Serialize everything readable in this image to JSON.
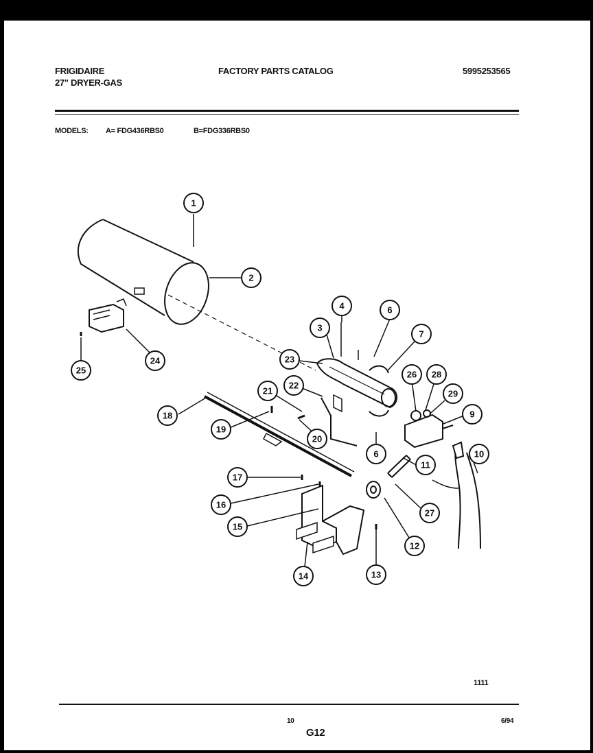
{
  "header": {
    "brand": "FRIGIDAIRE",
    "subtitle": "27\" DRYER-GAS",
    "catalog_title": "FACTORY PARTS CATALOG",
    "catalog_number": "5995253565"
  },
  "models": {
    "label": "MODELS:",
    "model_a": "A= FDG436RBS0",
    "model_b": "B=FDG336RBS0"
  },
  "callouts": [
    "1",
    "2",
    "3",
    "4",
    "6",
    "7",
    "9",
    "10",
    "11",
    "12",
    "13",
    "14",
    "15",
    "16",
    "17",
    "18",
    "19",
    "20",
    "21",
    "22",
    "23",
    "24",
    "25",
    "26",
    "27",
    "28",
    "29",
    "6"
  ],
  "footer": {
    "figure_code": "1111",
    "page_number": "10",
    "section": "G12",
    "date": "6/94"
  }
}
